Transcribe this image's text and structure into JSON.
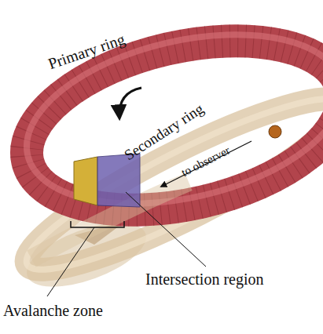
{
  "diagram": {
    "labels": [
      "Primary ring",
      "Secondary ring",
      "to observer",
      "Intersection region",
      "Avalanche zone"
    ]
  }
}
